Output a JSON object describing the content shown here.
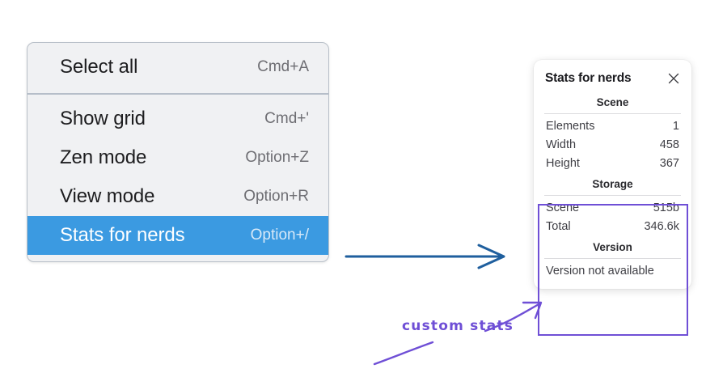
{
  "context_menu": {
    "groups": [
      {
        "items": [
          {
            "label": "Select all",
            "shortcut": "Cmd+A",
            "selected": false
          }
        ]
      },
      {
        "items": [
          {
            "label": "Show grid",
            "shortcut": "Cmd+'",
            "selected": false
          },
          {
            "label": "Zen mode",
            "shortcut": "Option+Z",
            "selected": false
          },
          {
            "label": "View mode",
            "shortcut": "Option+R",
            "selected": false
          },
          {
            "label": "Stats for nerds",
            "shortcut": "Option+/",
            "selected": true
          }
        ]
      }
    ],
    "highlight_color": "#3b9ae1"
  },
  "stats_panel": {
    "title": "Stats for nerds",
    "close_icon": "close-icon",
    "sections": [
      {
        "title": "Scene",
        "rows": [
          {
            "key": "Elements",
            "value": "1"
          },
          {
            "key": "Width",
            "value": "458"
          },
          {
            "key": "Height",
            "value": "367"
          }
        ]
      },
      {
        "title": "Storage",
        "rows": [
          {
            "key": "Scene",
            "value": "515b"
          },
          {
            "key": "Total",
            "value": "346.6k"
          }
        ]
      },
      {
        "title": "Version",
        "note": "Version not available"
      }
    ]
  },
  "annotations": {
    "label": "custom stats",
    "label_color": "#6f4fd6",
    "arrow_color": "#1f5f9e",
    "highlight_box_color": "#6f4fd6"
  }
}
